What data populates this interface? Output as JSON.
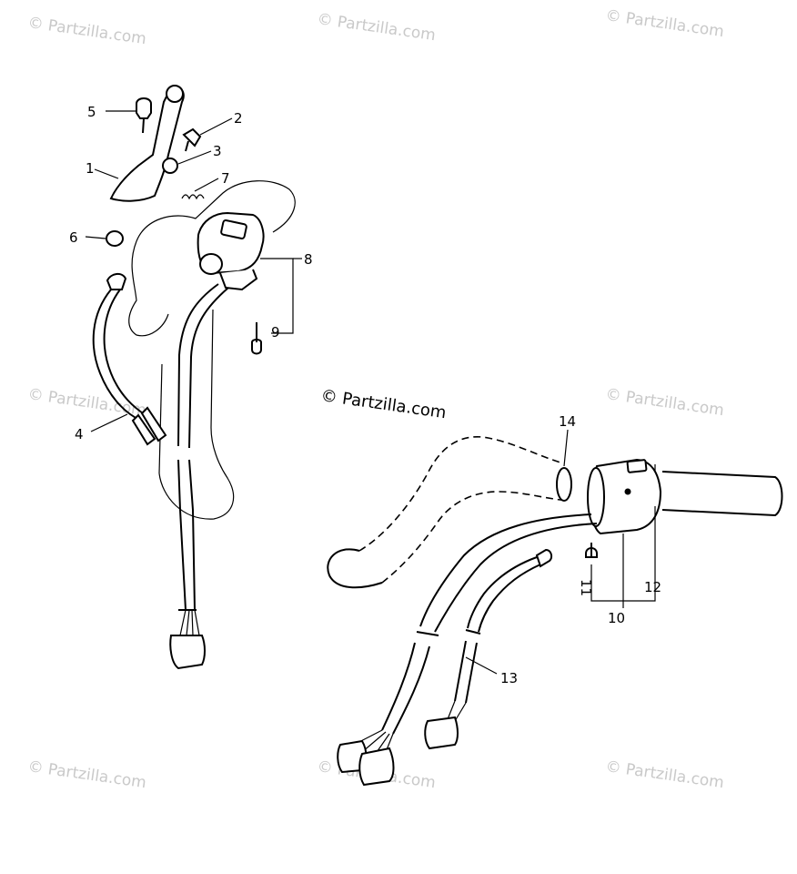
{
  "watermark": {
    "text": "© Partzilla.com",
    "main_text": "© Partzilla.com"
  },
  "parts": [
    {
      "number": "1"
    },
    {
      "number": "2"
    },
    {
      "number": "3"
    },
    {
      "number": "4"
    },
    {
      "number": "5"
    },
    {
      "number": "6"
    },
    {
      "number": "7"
    },
    {
      "number": "8"
    },
    {
      "number": "9"
    },
    {
      "number": "10"
    },
    {
      "number": "11"
    },
    {
      "number": "12"
    },
    {
      "number": "13"
    },
    {
      "number": "14"
    }
  ]
}
